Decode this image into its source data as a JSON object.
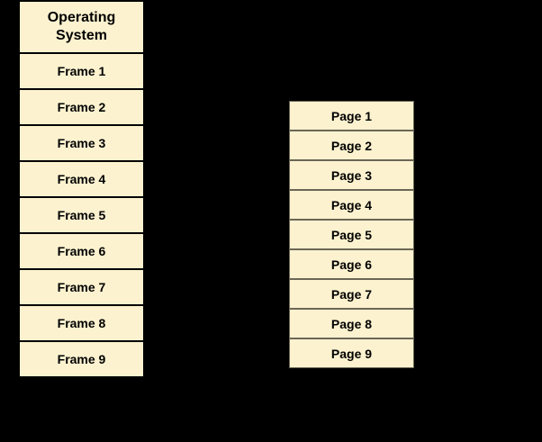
{
  "styles": {
    "canvas_bg": "#000000",
    "box_fill": "#FCF2CF",
    "frame_border": "#000000",
    "page_border": "#6B6656",
    "text_color": "#000000"
  },
  "frames_column": {
    "title": "Operating System",
    "cells": [
      "Frame 1",
      "Frame 2",
      "Frame 3",
      "Frame 4",
      "Frame 5",
      "Frame 6",
      "Frame 7",
      "Frame 8",
      "Frame 9"
    ]
  },
  "pages_column": {
    "cells": [
      "Page 1",
      "Page 2",
      "Page 3",
      "Page 4",
      "Page 5",
      "Page 6",
      "Page 7",
      "Page 8",
      "Page 9"
    ]
  }
}
